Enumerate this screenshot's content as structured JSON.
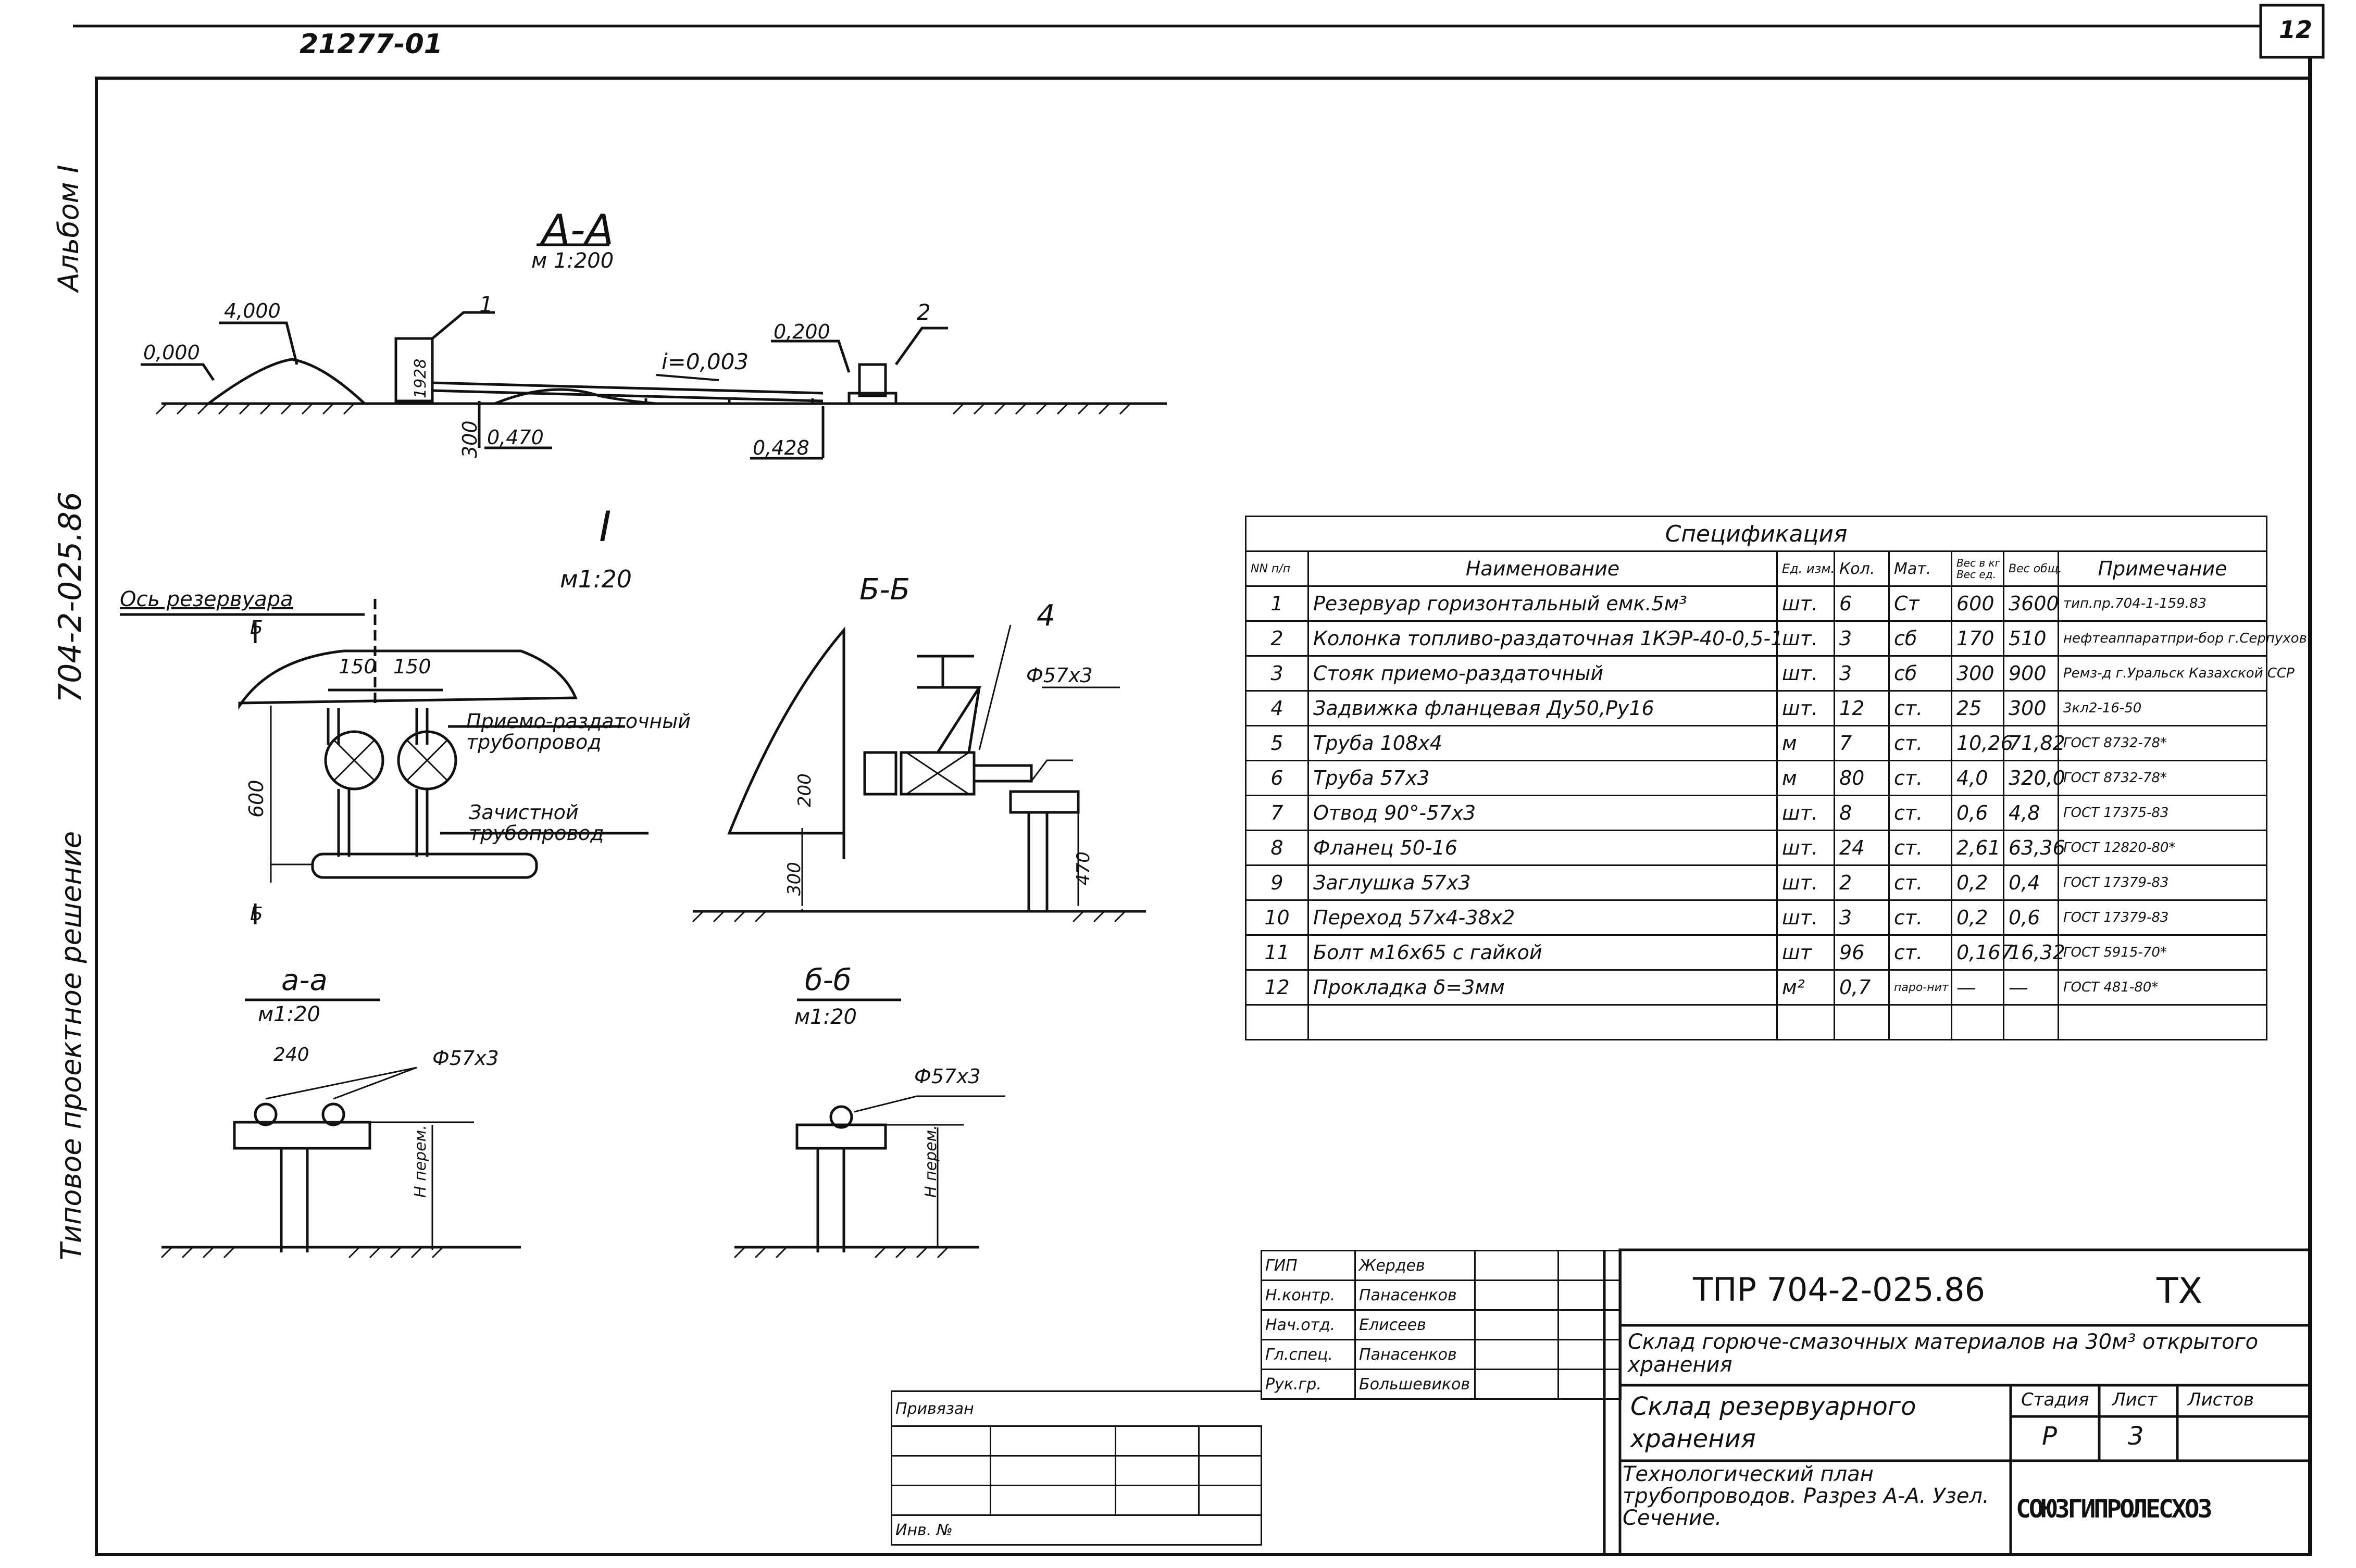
{
  "doc_code": "21277-01",
  "sheet_no": "12",
  "side": {
    "album": "Альбом I",
    "code": "704-2-025.86",
    "type": "Типовое проектное решение"
  },
  "section_aa": {
    "title": "А-А",
    "scale": "м 1:200",
    "marks": [
      "4,000",
      "0,000",
      "0,200",
      "0,470",
      "0,428"
    ],
    "slope": "i=0,003",
    "dim_300": "300",
    "dim_1928": "1928",
    "callouts": [
      "1",
      "2"
    ]
  },
  "node_I": {
    "title": "I",
    "scale": "м1:20",
    "axis_label": "Ось резервуара",
    "dims": [
      "150",
      "150",
      "600"
    ],
    "section_mark": "Б",
    "pipe1": "Приемо-раздаточный трубопровод",
    "pipe2": "Зачистной трубопровод"
  },
  "section_bb": {
    "title": "Б-Б",
    "callout": "4",
    "pipe": "Ф57х3",
    "dims": [
      "200",
      "300",
      "470"
    ]
  },
  "section_a": {
    "title": "а-а",
    "scale": "м1:20",
    "dim": "240",
    "pipe": "Ф57х3",
    "h": "Н перем."
  },
  "section_b": {
    "title": "б-б",
    "scale": "м1:20",
    "pipe": "Ф57х3",
    "h": "Н перем."
  },
  "spec": {
    "title": "Спецификация",
    "headers": [
      "NN п/п",
      "Наименование",
      "Ед. изм.",
      "Кол.",
      "Мат.",
      "Вес ед.",
      "Вес общ.",
      "Примечание"
    ],
    "weight_header": "Вес в кг",
    "rows": [
      [
        "1",
        "Резервуар горизонтальный емк.5м³",
        "шт.",
        "6",
        "Ст",
        "600",
        "3600",
        "тип.пр.704-1-159.83"
      ],
      [
        "2",
        "Колонка топливо-раздаточная 1КЭР-40-0,5-1",
        "шт.",
        "3",
        "сб",
        "170",
        "510",
        "нефтеаппаратпри-бор г.Серпухов"
      ],
      [
        "3",
        "Стояк приемо-раздаточный",
        "шт.",
        "3",
        "сб",
        "300",
        "900",
        "Ремз-д г.Уральск Казахской ССР"
      ],
      [
        "4",
        "Задвижка фланцевая Ду50,Ру16",
        "шт.",
        "12",
        "ст.",
        "25",
        "300",
        "3кл2-16-50"
      ],
      [
        "5",
        "Труба 108х4",
        "м",
        "7",
        "ст.",
        "10,26",
        "71,82",
        "ГОСТ 8732-78*"
      ],
      [
        "6",
        "Труба 57х3",
        "м",
        "80",
        "ст.",
        "4,0",
        "320,0",
        "ГОСТ 8732-78*"
      ],
      [
        "7",
        "Отвод 90°-57х3",
        "шт.",
        "8",
        "ст.",
        "0,6",
        "4,8",
        "ГОСТ 17375-83"
      ],
      [
        "8",
        "Фланец 50-16",
        "шт.",
        "24",
        "ст.",
        "2,61",
        "63,36",
        "ГОСТ 12820-80*"
      ],
      [
        "9",
        "Заглушка 57х3",
        "шт.",
        "2",
        "ст.",
        "0,2",
        "0,4",
        "ГОСТ 17379-83"
      ],
      [
        "10",
        "Переход 57х4-38х2",
        "шт.",
        "3",
        "ст.",
        "0,2",
        "0,6",
        "ГОСТ 17379-83"
      ],
      [
        "11",
        "Болт м16х65 с гайкой",
        "шт",
        "96",
        "ст.",
        "0,167",
        "16,32",
        "ГОСТ 5915-70*"
      ],
      [
        "12",
        "Прокладка δ=3мм",
        "м²",
        "0,7",
        "паро-нит",
        "—",
        "—",
        "ГОСТ 481-80*"
      ],
      [
        "",
        "",
        "",
        "",
        "",
        "",
        "",
        ""
      ]
    ]
  },
  "title_block": {
    "roles": [
      "ГИП",
      "Н.контр.",
      "Нач.отд.",
      "Гл.спец.",
      "Рук.гр."
    ],
    "names": [
      "Жердев",
      "Панасенков",
      "Елисеев",
      "Панасенков",
      "Большевиков"
    ],
    "project_code": "ТПР 704-2-025.86",
    "mark": "ТХ",
    "project_title": "Склад горюче-смазочных материалов на 30м³ открытого хранения",
    "object": "Склад резервуарного хранения",
    "stage_h": "Стадия",
    "sheet_h": "Лист",
    "sheets_h": "Листов",
    "stage": "Р",
    "sheet": "3",
    "sheets": "",
    "drawing": "Технологический план трубопроводов. Разрез А-А. Узел. Сечение.",
    "org": "СОЮЗГИПРОЛЕСХОЗ",
    "bound": "Привязан",
    "inv": "Инв. №"
  }
}
